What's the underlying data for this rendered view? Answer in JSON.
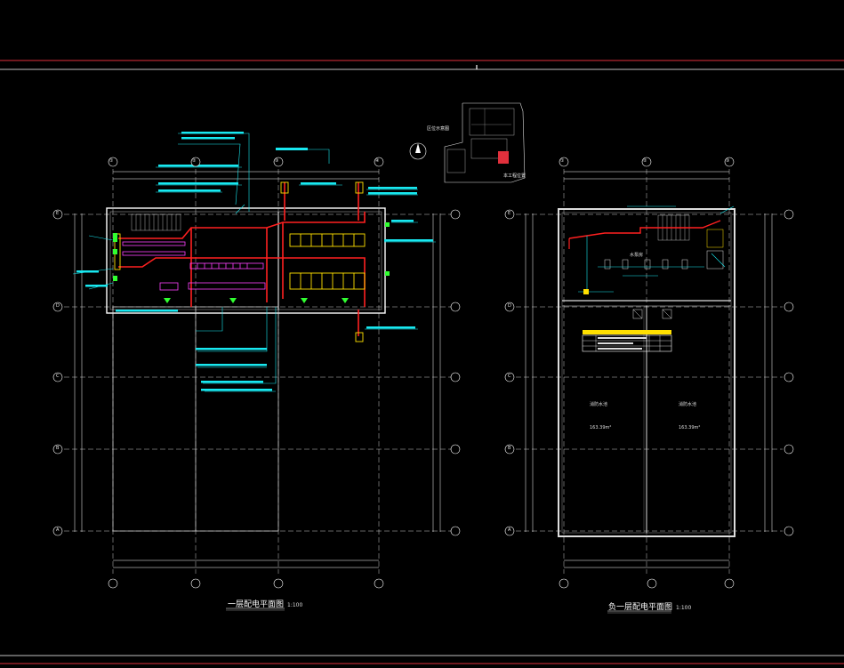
{
  "plans": {
    "left": {
      "title": "一层配电平面图",
      "scale": "1:100",
      "grid_cols": [
        "①",
        "②",
        "③",
        "④"
      ],
      "grid_rows": [
        "E",
        "D",
        "C",
        "B",
        "A"
      ]
    },
    "right": {
      "title": "负一层配电平面图",
      "scale": "1:100",
      "grid_cols": [
        "①",
        "②",
        "③"
      ],
      "grid_rows": [
        "E",
        "D",
        "C",
        "B",
        "A"
      ],
      "rooms": [
        {
          "name": "消防水池",
          "area": "163.39m²"
        },
        {
          "name": "消防水池",
          "area": "163.39m²"
        }
      ],
      "pump_room": "水泵房"
    }
  },
  "key_plan": {
    "title": "区位示意图",
    "note": "本工程位置"
  },
  "colors": {
    "background": "#000000",
    "frame_red": "#e0303c",
    "wall_white": "#ffffff",
    "annot_cyan": "#18e8f0",
    "busbar_red": "#ff2020",
    "equipment_yellow": "#ffe000",
    "device_magenta": "#ff40ff",
    "device_green": "#30ff30"
  }
}
